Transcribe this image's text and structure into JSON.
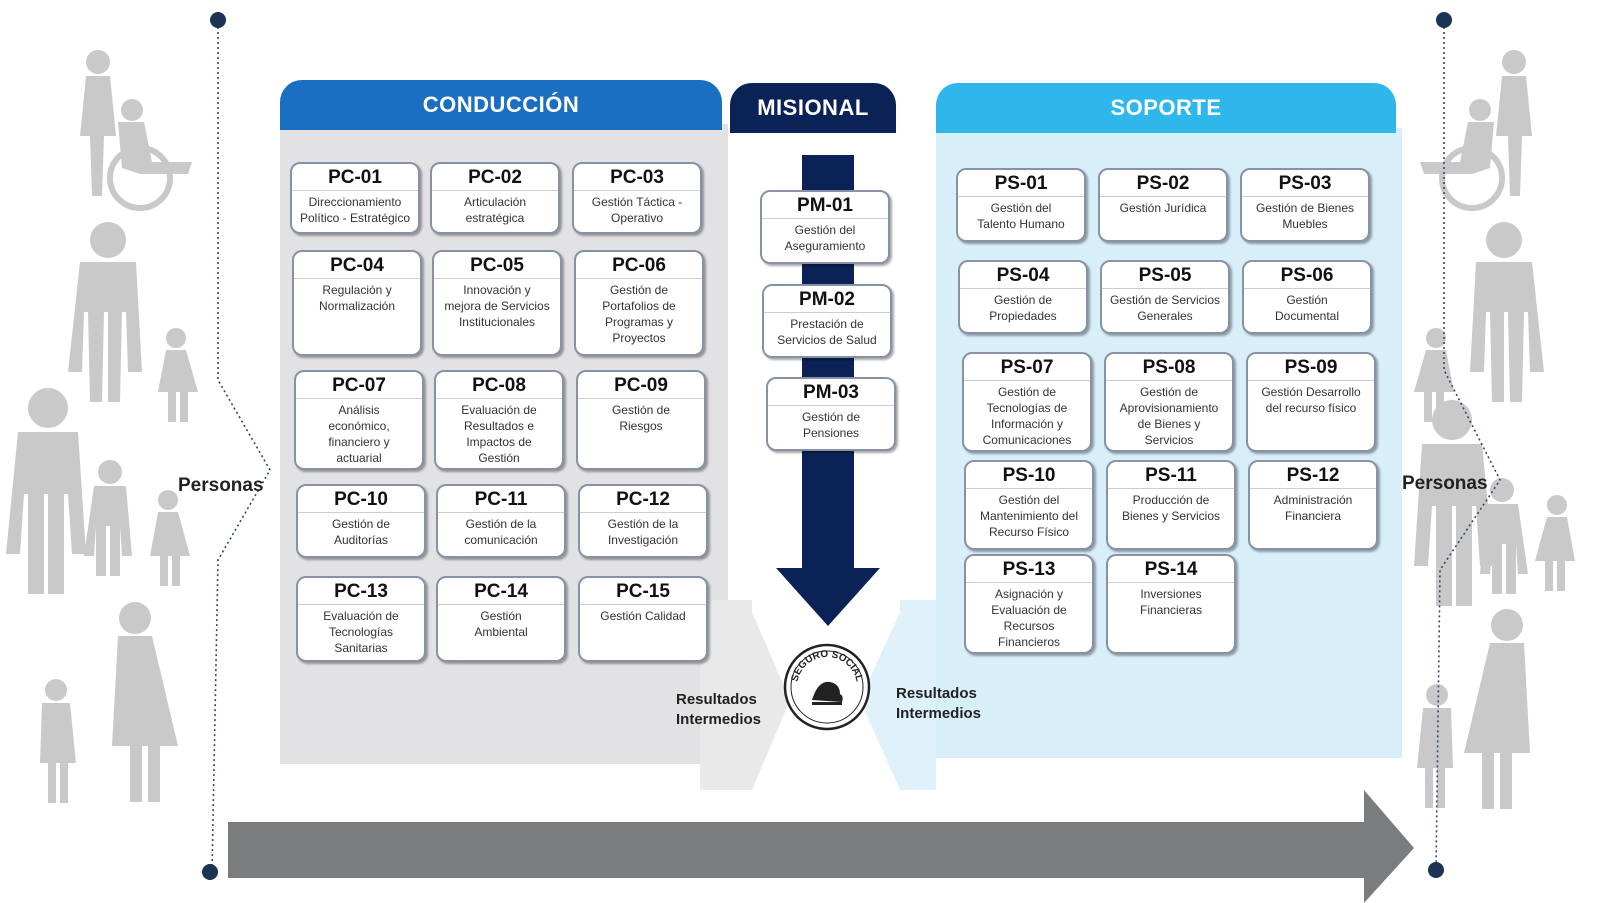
{
  "headers": {
    "conduccion": "CONDUCCIÓN",
    "misional": "MISIONAL",
    "soporte": "SOPORTE"
  },
  "side_labels": {
    "left": "Personas",
    "right": "Personas"
  },
  "intermediate_results": {
    "left": [
      "Resultados",
      "Intermedios"
    ],
    "right": [
      "Resultados",
      "Intermedios"
    ]
  },
  "logo_text": "SEGURO SOCIAL",
  "colors": {
    "conduccion_header": "#1a6fc2",
    "misional_header": "#0b2257",
    "soporte_header": "#2fb7ec",
    "conduccion_panel": "#e2e2e4",
    "soporte_panel": "#d8eef9",
    "misional_arrow": "#0b2257",
    "bottom_arrow": "#7b7c7e",
    "silhouettes": "#c9c9c9"
  },
  "conduccion": [
    {
      "code": "PC-01",
      "name": [
        "Direccionamiento",
        "Político - Estratégico"
      ]
    },
    {
      "code": "PC-02",
      "name": [
        "Articulación",
        "estratégica"
      ]
    },
    {
      "code": "PC-03",
      "name": [
        "Gestión Táctica -",
        "Operativo"
      ]
    },
    {
      "code": "PC-04",
      "name": [
        "Regulación y",
        "Normalización"
      ]
    },
    {
      "code": "PC-05",
      "name": [
        "Innovación y",
        "mejora de Servicios",
        "Institucionales"
      ]
    },
    {
      "code": "PC-06",
      "name": [
        "Gestión de",
        "Portafolios de",
        "Programas y",
        "Proyectos"
      ]
    },
    {
      "code": "PC-07",
      "name": [
        "Análisis",
        "económico,",
        "financiero y",
        "actuarial"
      ]
    },
    {
      "code": "PC-08",
      "name": [
        "Evaluación de",
        "Resultados e",
        "Impactos de",
        "Gestión"
      ]
    },
    {
      "code": "PC-09",
      "name": [
        "Gestión de",
        "Riesgos"
      ]
    },
    {
      "code": "PC-10",
      "name": [
        "Gestión de",
        "Auditorías"
      ]
    },
    {
      "code": "PC-11",
      "name": [
        "Gestión de la",
        "comunicación"
      ]
    },
    {
      "code": "PC-12",
      "name": [
        "Gestión de la",
        "Investigación"
      ]
    },
    {
      "code": "PC-13",
      "name": [
        "Evaluación de",
        "Tecnologías",
        "Sanitarias"
      ]
    },
    {
      "code": "PC-14",
      "name": [
        "Gestión",
        "Ambiental"
      ]
    },
    {
      "code": "PC-15",
      "name": [
        "Gestión Calidad"
      ]
    }
  ],
  "misional": [
    {
      "code": "PM-01",
      "name": [
        "Gestión del",
        "Aseguramiento"
      ]
    },
    {
      "code": "PM-02",
      "name": [
        "Prestación de",
        "Servicios de Salud"
      ]
    },
    {
      "code": "PM-03",
      "name": [
        "Gestión de",
        "Pensiones"
      ]
    }
  ],
  "soporte": [
    {
      "code": "PS-01",
      "name": [
        "Gestión del",
        "Talento Humano"
      ]
    },
    {
      "code": "PS-02",
      "name": [
        "Gestión Jurídica"
      ]
    },
    {
      "code": "PS-03",
      "name": [
        "Gestión de Bienes",
        "Muebles"
      ]
    },
    {
      "code": "PS-04",
      "name": [
        "Gestión de",
        "Propiedades"
      ]
    },
    {
      "code": "PS-05",
      "name": [
        "Gestión de Servicios",
        "Generales"
      ]
    },
    {
      "code": "PS-06",
      "name": [
        "Gestión",
        "Documental"
      ]
    },
    {
      "code": "PS-07",
      "name": [
        "Gestión de",
        "Tecnologías de",
        "Información y",
        "Comunicaciones"
      ]
    },
    {
      "code": "PS-08",
      "name": [
        "Gestión de",
        "Aprovisionamiento",
        "de Bienes y",
        "Servicios"
      ]
    },
    {
      "code": "PS-09",
      "name": [
        "Gestión Desarrollo",
        "del recurso físico"
      ]
    },
    {
      "code": "PS-10",
      "name": [
        "Gestión del",
        "Mantenimiento del",
        "Recurso Físico"
      ]
    },
    {
      "code": "PS-11",
      "name": [
        "Producción de",
        "Bienes y Servicios"
      ]
    },
    {
      "code": "PS-12",
      "name": [
        "Administración",
        "Financiera"
      ]
    },
    {
      "code": "PS-13",
      "name": [
        "Asignación y",
        "Evaluación de",
        "Recursos",
        "Financieros"
      ]
    },
    {
      "code": "PS-14",
      "name": [
        "Inversiones",
        "Financieras"
      ]
    }
  ]
}
